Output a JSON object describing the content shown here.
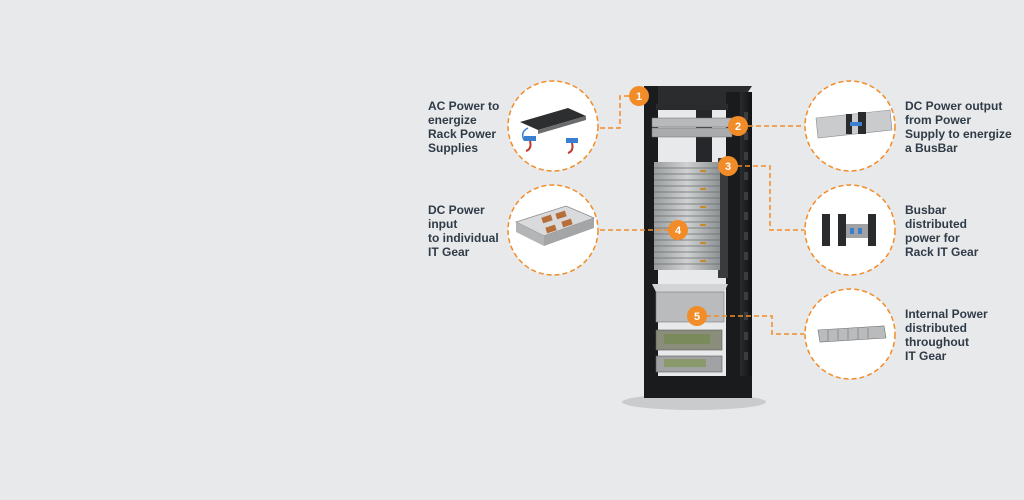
{
  "colors": {
    "accent": "#f28c28",
    "rack": "#1e1f21",
    "text": "#2f3b47",
    "background": "#e8e9ea"
  },
  "callouts": [
    {
      "number": "1",
      "text": "AC Power to\nenergize\nRack Power\nSupplies",
      "thumbnail": "power-cable-thumbnail"
    },
    {
      "number": "2",
      "text": "DC Power output\nfrom Power\nSupply to energize\na BusBar",
      "thumbnail": "busbar-connector-thumbnail"
    },
    {
      "number": "3",
      "text": "Busbar\ndistributed\npower for\nRack IT Gear",
      "thumbnail": "busbar-rail-thumbnail"
    },
    {
      "number": "4",
      "text": "DC Power\ninput\nto individual\nIT Gear",
      "thumbnail": "server-chassis-thumbnail"
    },
    {
      "number": "5",
      "text": "Internal Power\ndistributed\nthroughout\nIT Gear",
      "thumbnail": "server-unit-thumbnail"
    }
  ]
}
